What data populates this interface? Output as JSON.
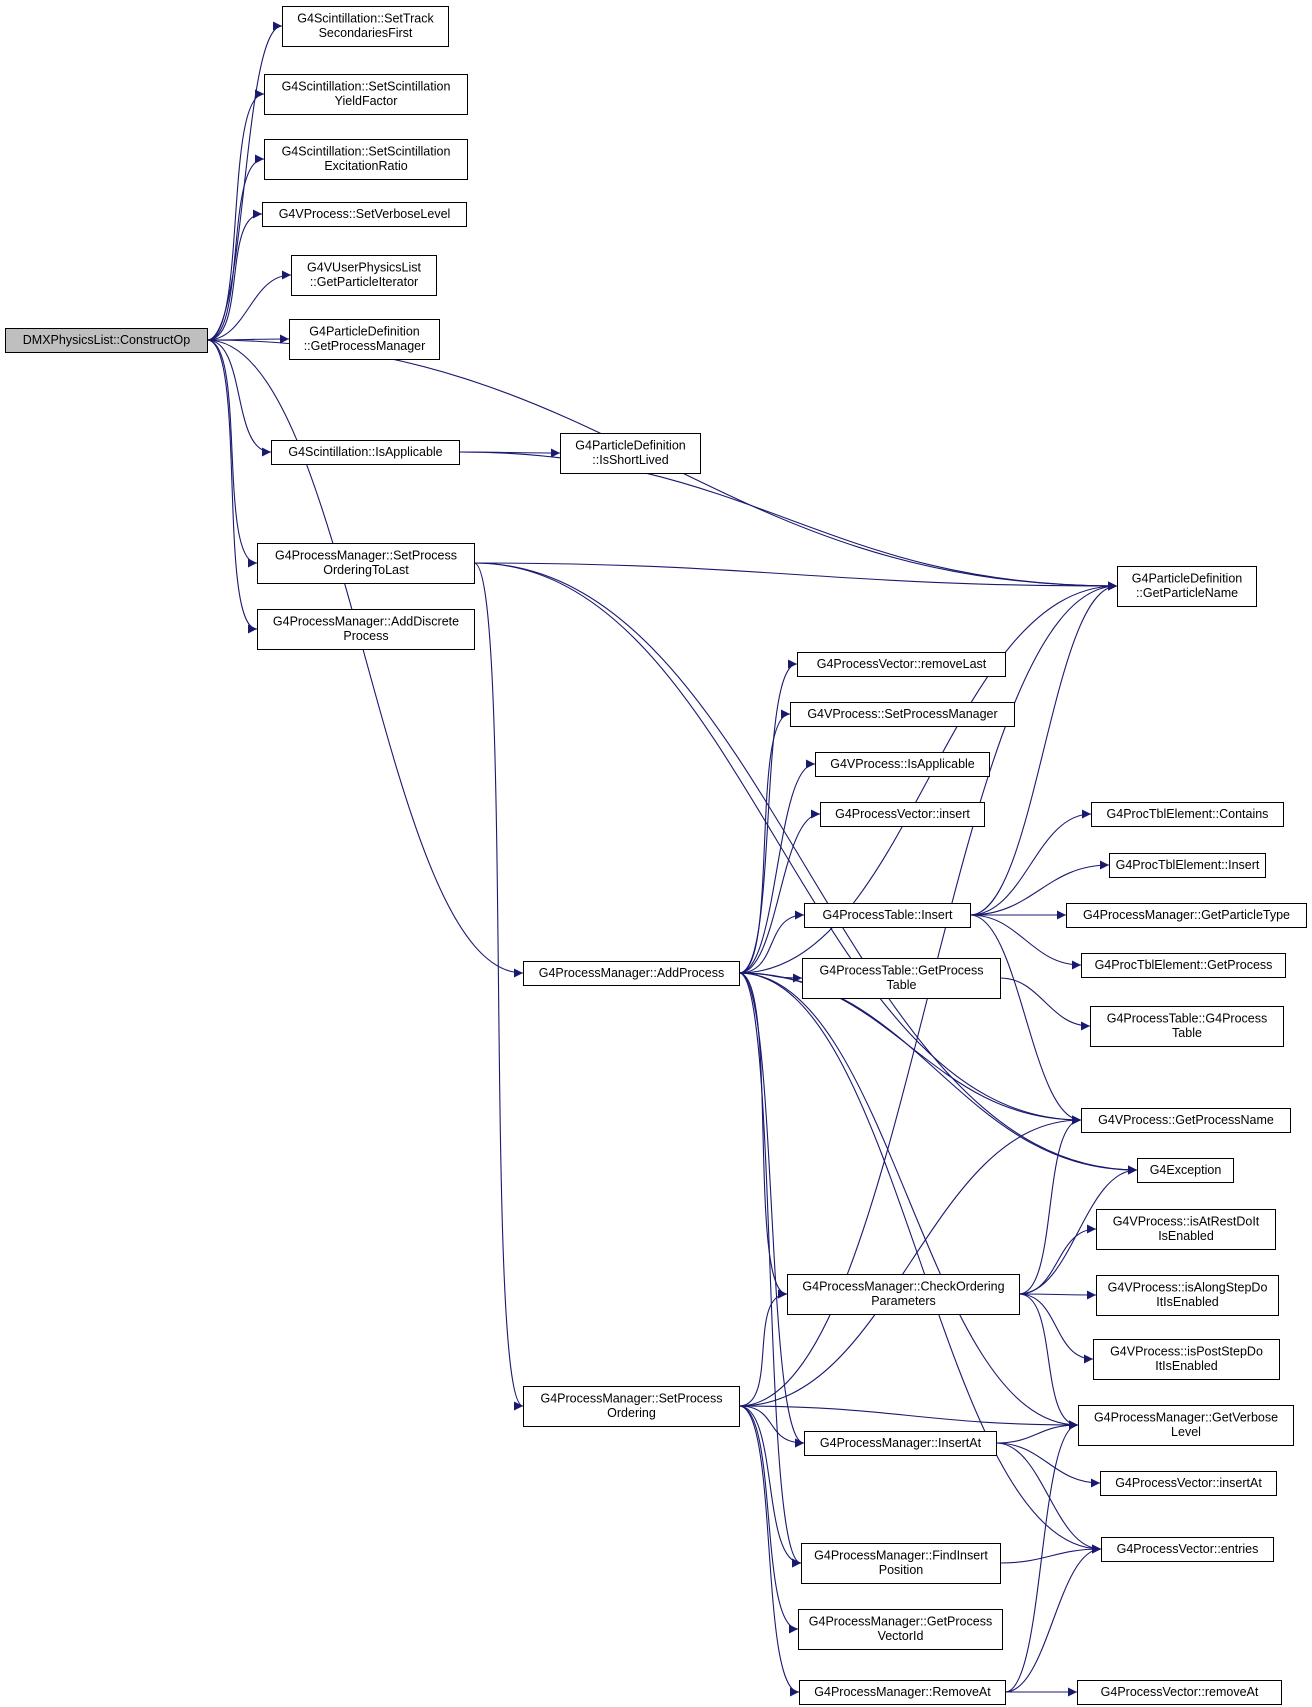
{
  "graph": {
    "root": "construct_op",
    "nodes": [
      {
        "id": "construct_op",
        "lines": [
          "DMXPhysicsList::ConstructOp"
        ],
        "root": true
      },
      {
        "id": "scint_track",
        "lines": [
          "G4Scintillation::SetTrack",
          "SecondariesFirst"
        ]
      },
      {
        "id": "scint_yield",
        "lines": [
          "G4Scintillation::SetScintillation",
          "YieldFactor"
        ]
      },
      {
        "id": "scint_excit",
        "lines": [
          "G4Scintillation::SetScintillation",
          "ExcitationRatio"
        ]
      },
      {
        "id": "vproc_verbose",
        "lines": [
          "G4VProcess::SetVerboseLevel"
        ]
      },
      {
        "id": "vuser_particle_iter",
        "lines": [
          "G4VUserPhysicsList",
          "::GetParticleIterator"
        ]
      },
      {
        "id": "pdef_get_pm",
        "lines": [
          "G4ParticleDefinition",
          "::GetProcessManager"
        ]
      },
      {
        "id": "scint_is_applicable",
        "lines": [
          "G4Scintillation::IsApplicable"
        ]
      },
      {
        "id": "pdef_short_lived",
        "lines": [
          "G4ParticleDefinition",
          "::IsShortLived"
        ]
      },
      {
        "id": "pm_set_ordering_last",
        "lines": [
          "G4ProcessManager::SetProcess",
          "OrderingToLast"
        ]
      },
      {
        "id": "pm_add_discrete",
        "lines": [
          "G4ProcessManager::AddDiscrete",
          "Process"
        ]
      },
      {
        "id": "pdef_get_name",
        "lines": [
          "G4ParticleDefinition",
          "::GetParticleName"
        ]
      },
      {
        "id": "pvec_remove_last",
        "lines": [
          "G4ProcessVector::removeLast"
        ]
      },
      {
        "id": "vproc_set_pm",
        "lines": [
          "G4VProcess::SetProcessManager"
        ]
      },
      {
        "id": "vproc_is_applicable",
        "lines": [
          "G4VProcess::IsApplicable"
        ]
      },
      {
        "id": "pvec_insert",
        "lines": [
          "G4ProcessVector::insert"
        ]
      },
      {
        "id": "ptbl_elem_contains",
        "lines": [
          "G4ProcTblElement::Contains"
        ]
      },
      {
        "id": "ptbl_elem_insert",
        "lines": [
          "G4ProcTblElement::Insert"
        ]
      },
      {
        "id": "ptable_insert",
        "lines": [
          "G4ProcessTable::Insert"
        ]
      },
      {
        "id": "pm_get_particle_type",
        "lines": [
          "G4ProcessManager::GetParticleType"
        ]
      },
      {
        "id": "ptbl_elem_get_process",
        "lines": [
          "G4ProcTblElement::GetProcess"
        ]
      },
      {
        "id": "pm_add_process",
        "lines": [
          "G4ProcessManager::AddProcess"
        ]
      },
      {
        "id": "ptable_get_table",
        "lines": [
          "G4ProcessTable::GetProcess",
          "Table"
        ]
      },
      {
        "id": "ptable_ctor",
        "lines": [
          "G4ProcessTable::G4Process",
          "Table"
        ]
      },
      {
        "id": "vproc_get_name",
        "lines": [
          "G4VProcess::GetProcessName"
        ]
      },
      {
        "id": "g4exception",
        "lines": [
          "G4Exception"
        ]
      },
      {
        "id": "vproc_at_rest",
        "lines": [
          "G4VProcess::isAtRestDoIt",
          "IsEnabled"
        ]
      },
      {
        "id": "pm_check_ordering",
        "lines": [
          "G4ProcessManager::CheckOrdering",
          "Parameters"
        ]
      },
      {
        "id": "vproc_along_step",
        "lines": [
          "G4VProcess::isAlongStepDo",
          "ItIsEnabled"
        ]
      },
      {
        "id": "vproc_post_step",
        "lines": [
          "G4VProcess::isPostStepDo",
          "ItIsEnabled"
        ]
      },
      {
        "id": "pm_set_ordering",
        "lines": [
          "G4ProcessManager::SetProcess",
          "Ordering"
        ]
      },
      {
        "id": "pm_get_verbose",
        "lines": [
          "G4ProcessManager::GetVerbose",
          "Level"
        ]
      },
      {
        "id": "pm_insert_at",
        "lines": [
          "G4ProcessManager::InsertAt"
        ]
      },
      {
        "id": "pvec_insert_at",
        "lines": [
          "G4ProcessVector::insertAt"
        ]
      },
      {
        "id": "pm_find_insert_pos",
        "lines": [
          "G4ProcessManager::FindInsert",
          "Position"
        ]
      },
      {
        "id": "pvec_entries",
        "lines": [
          "G4ProcessVector::entries"
        ]
      },
      {
        "id": "pm_get_vector_id",
        "lines": [
          "G4ProcessManager::GetProcess",
          "VectorId"
        ]
      },
      {
        "id": "pm_remove_at",
        "lines": [
          "G4ProcessManager::RemoveAt"
        ]
      },
      {
        "id": "pvec_remove_at",
        "lines": [
          "G4ProcessVector::removeAt"
        ]
      }
    ],
    "edges": [
      [
        "construct_op",
        "scint_track"
      ],
      [
        "construct_op",
        "scint_yield"
      ],
      [
        "construct_op",
        "scint_excit"
      ],
      [
        "construct_op",
        "vproc_verbose"
      ],
      [
        "construct_op",
        "vuser_particle_iter"
      ],
      [
        "construct_op",
        "pdef_get_pm"
      ],
      [
        "construct_op",
        "pdef_get_name"
      ],
      [
        "construct_op",
        "scint_is_applicable"
      ],
      [
        "construct_op",
        "pm_add_process"
      ],
      [
        "construct_op",
        "pm_set_ordering_last"
      ],
      [
        "construct_op",
        "pm_add_discrete"
      ],
      [
        "scint_is_applicable",
        "pdef_short_lived"
      ],
      [
        "scint_is_applicable",
        "pdef_get_name"
      ],
      [
        "pm_set_ordering_last",
        "pdef_get_name"
      ],
      [
        "pm_set_ordering_last",
        "vproc_get_name"
      ],
      [
        "pm_set_ordering_last",
        "g4exception"
      ],
      [
        "pm_set_ordering_last",
        "pm_set_ordering"
      ],
      [
        "pm_add_process",
        "pdef_get_name"
      ],
      [
        "pm_add_process",
        "pvec_remove_last"
      ],
      [
        "pm_add_process",
        "vproc_set_pm"
      ],
      [
        "pm_add_process",
        "vproc_is_applicable"
      ],
      [
        "pm_add_process",
        "pvec_insert"
      ],
      [
        "pm_add_process",
        "ptable_insert"
      ],
      [
        "pm_add_process",
        "ptable_get_table"
      ],
      [
        "pm_add_process",
        "vproc_get_name"
      ],
      [
        "pm_add_process",
        "g4exception"
      ],
      [
        "pm_add_process",
        "pm_check_ordering"
      ],
      [
        "pm_add_process",
        "pm_get_verbose"
      ],
      [
        "pm_add_process",
        "pm_insert_at"
      ],
      [
        "pm_add_process",
        "pm_find_insert_pos"
      ],
      [
        "pm_add_process",
        "pvec_entries"
      ],
      [
        "ptable_insert",
        "ptbl_elem_contains"
      ],
      [
        "ptable_insert",
        "ptbl_elem_insert"
      ],
      [
        "ptable_insert",
        "pm_get_particle_type"
      ],
      [
        "ptable_insert",
        "ptbl_elem_get_process"
      ],
      [
        "ptable_insert",
        "pdef_get_name"
      ],
      [
        "ptable_insert",
        "vproc_get_name"
      ],
      [
        "ptable_get_table",
        "ptable_ctor"
      ],
      [
        "pm_check_ordering",
        "vproc_get_name"
      ],
      [
        "pm_check_ordering",
        "g4exception"
      ],
      [
        "pm_check_ordering",
        "vproc_at_rest"
      ],
      [
        "pm_check_ordering",
        "vproc_along_step"
      ],
      [
        "pm_check_ordering",
        "vproc_post_step"
      ],
      [
        "pm_check_ordering",
        "pm_get_verbose"
      ],
      [
        "pm_set_ordering",
        "pm_check_ordering"
      ],
      [
        "pm_set_ordering",
        "pm_get_verbose"
      ],
      [
        "pm_set_ordering",
        "pm_insert_at"
      ],
      [
        "pm_set_ordering",
        "pm_find_insert_pos"
      ],
      [
        "pm_set_ordering",
        "pm_get_vector_id"
      ],
      [
        "pm_set_ordering",
        "pm_remove_at"
      ],
      [
        "pm_set_ordering",
        "vproc_get_name"
      ],
      [
        "pm_set_ordering",
        "pdef_get_name"
      ],
      [
        "pm_insert_at",
        "pm_get_verbose"
      ],
      [
        "pm_insert_at",
        "pvec_insert_at"
      ],
      [
        "pm_insert_at",
        "pvec_entries"
      ],
      [
        "pm_find_insert_pos",
        "pvec_entries"
      ],
      [
        "pm_remove_at",
        "pm_get_verbose"
      ],
      [
        "pm_remove_at",
        "pvec_entries"
      ],
      [
        "pm_remove_at",
        "pvec_remove_at"
      ]
    ]
  },
  "colors": {
    "edge": "#191970",
    "node_fill": "#ffffff",
    "root_fill": "#bfbfbf",
    "node_stroke": "#000000"
  }
}
